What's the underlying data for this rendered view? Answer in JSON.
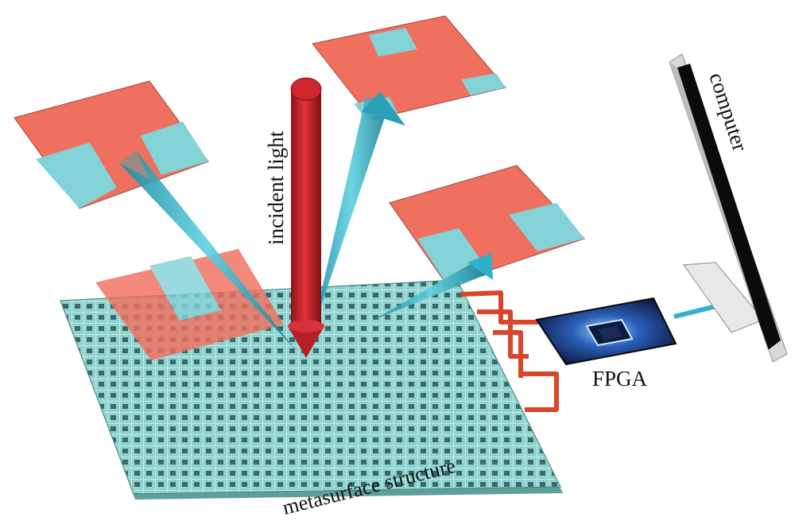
{
  "labels": {
    "incident_light": "incident light",
    "computer": "computer",
    "fpga": "FPGA",
    "metasurface": "metasurface structure"
  },
  "colors": {
    "coral": "#f0705f",
    "cyan": "#82d2d6",
    "beam_red": "#c0272d",
    "beam_cyan": "#2fb2c9",
    "metasurface": "#8fd3cf",
    "wire": "#d9472b",
    "monitor_frame": "#c9c9c9",
    "monitor_screen": "#0a0a0a"
  },
  "icons": {
    "fpga_chip": "fpga-chip-icon",
    "monitor": "computer-monitor-icon"
  }
}
